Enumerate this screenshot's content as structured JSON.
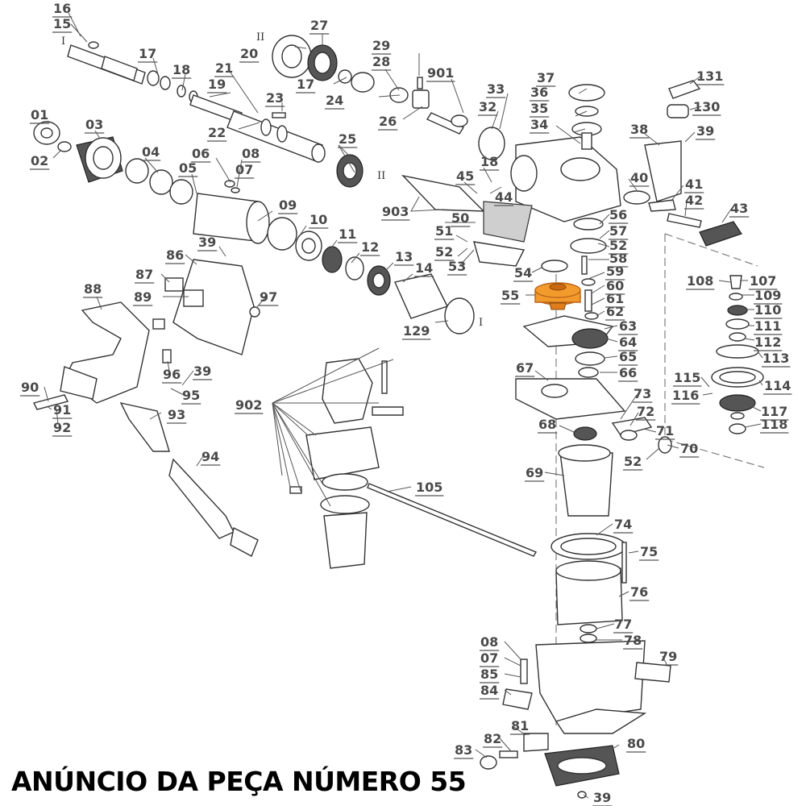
{
  "caption": "ANÚNCIO DA PEÇA NÚMERO 55",
  "highlight_part": "55",
  "highlight_color": "#f39a2c",
  "roman_markers": [
    "I",
    "II",
    "II",
    "I"
  ],
  "labels": [
    "16",
    "15",
    "17",
    "18",
    "19",
    "21",
    "23",
    "22",
    "20",
    "27",
    "17",
    "24",
    "28",
    "29",
    "26",
    "901",
    "33",
    "32",
    "37",
    "36",
    "35",
    "34",
    "131",
    "130",
    "38",
    "39",
    "01",
    "02",
    "03",
    "04",
    "05",
    "06",
    "07",
    "08",
    "25",
    "09",
    "10",
    "11",
    "12",
    "13",
    "14",
    "129",
    "45",
    "44",
    "18",
    "903",
    "50",
    "51",
    "52",
    "53",
    "54",
    "55",
    "56",
    "57",
    "52",
    "58",
    "59",
    "60",
    "61",
    "62",
    "63",
    "64",
    "65",
    "66",
    "67",
    "68",
    "69",
    "73",
    "72",
    "71",
    "52",
    "70",
    "40",
    "41",
    "42",
    "43",
    "108",
    "107",
    "109",
    "110",
    "111",
    "112",
    "113",
    "114",
    "115",
    "116",
    "117",
    "118",
    "39",
    "86",
    "87",
    "88",
    "89",
    "97",
    "96",
    "39",
    "95",
    "90",
    "91",
    "92",
    "93",
    "94",
    "902",
    "105",
    "74",
    "75",
    "76",
    "77",
    "78",
    "79",
    "08",
    "07",
    "85",
    "84",
    "81",
    "82",
    "83",
    "80",
    "39"
  ]
}
